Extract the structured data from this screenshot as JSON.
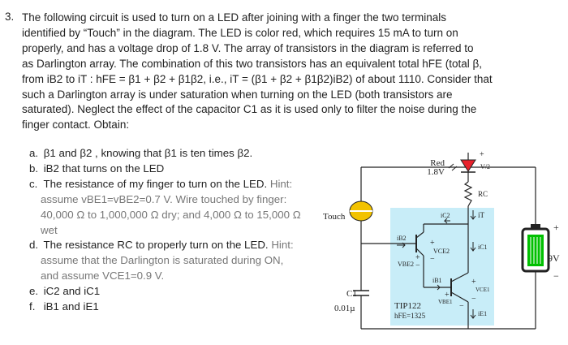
{
  "question": {
    "number": "3.",
    "lines": [
      "The following circuit is used to turn on a LED after joining with a finger the two terminals",
      "identified by “Touch” in the diagram. The LED is color red, which requires 15 mA to turn on",
      "properly, and has a voltage drop of 1.8 V. The array of transistors in the diagram is referred to",
      "as Darlington array. The combination of this two transistors has an equivalent total hFE (total β,",
      "from iB2 to iT : hFE = β1 + β2 + β1β2, i.e., iT = (β1 + β2 + β1β2)iB2) of about 1110. Consider that",
      "such a Darlington array is under saturation when turning on the LED (both transistors are",
      "saturated). Neglect the effect of the capacitor C1 as it is used only to filter the noise during the",
      "finger contact. Obtain:"
    ]
  },
  "items": {
    "a": {
      "label": "a.",
      "text": "β1 and β2 , knowing that β1 is ten times β2."
    },
    "b": {
      "label": "b.",
      "text": "iB2 that turns on the LED"
    },
    "c": {
      "label": "c.",
      "text": "The resistance of my finger to turn on the LED.",
      "hint": "Hint:",
      "hint_lines": [
        "assume vBE1=vBE2=0.7 V. Wire touched by finger:",
        "40,000 Ω to 1,000,000 Ω dry; and 4,000 Ω to 15,000 Ω",
        "wet"
      ]
    },
    "d": {
      "label": "d.",
      "text": "The resistance RC to properly turn on the LED.",
      "hint": "Hint:",
      "hint_lines": [
        "assume that the Darlington is saturated during ON,",
        "and assume VCE1=0.9 V."
      ]
    },
    "e": {
      "label": "e.",
      "text": "iC2 and iC1"
    },
    "f": {
      "label": "f.",
      "text": "iB1 and iE1"
    }
  },
  "circuit": {
    "led_label": "Red",
    "led_voltage": "1.8V",
    "led_drop": "V/2",
    "rc_label": "RC",
    "touch_label": "Touch",
    "cap_label": "C1",
    "cap_value": "0.01µ",
    "transistor_name": "TIP122",
    "transistor_hfe": "hFE=1325",
    "battery_voltage": "9V",
    "i_c2": "iC2",
    "i_t": "iT",
    "i_b2": "iB2",
    "v_ce2": "VCE2",
    "v_be2": "VBE2",
    "i_c1": "iC1",
    "i_b1": "iB1",
    "v_ce1": "VCE1",
    "v_be1": "VBE1",
    "i_e1": "iE1",
    "plus": "+",
    "minus": "−",
    "colors": {
      "highlight": "#c8edf8",
      "led": "#e8212b",
      "touch": "#f2c200",
      "battery": "#00c000"
    }
  }
}
